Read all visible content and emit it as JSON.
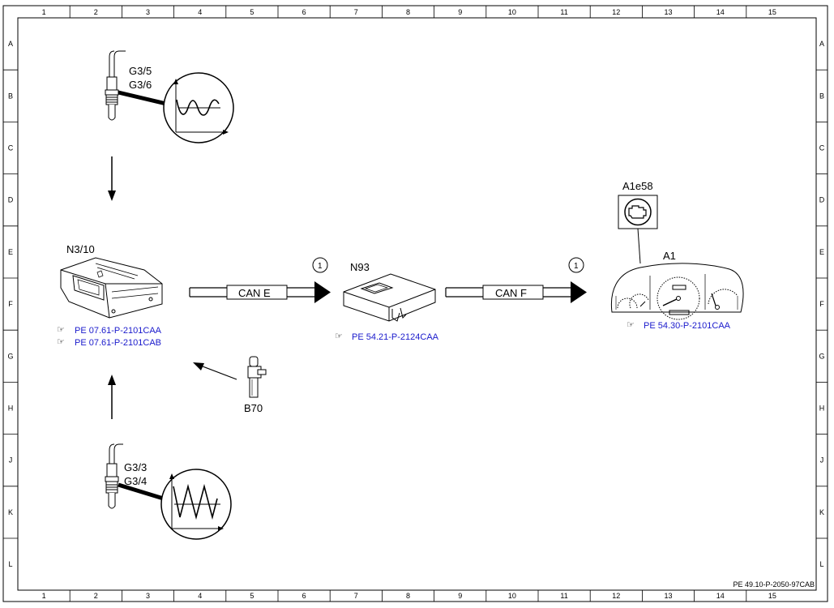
{
  "frame": {
    "columns": [
      "1",
      "2",
      "3",
      "4",
      "5",
      "6",
      "7",
      "8",
      "9",
      "10",
      "11",
      "12",
      "13",
      "14",
      "15"
    ],
    "rows": [
      "A",
      "B",
      "C",
      "D",
      "E",
      "F",
      "G",
      "H",
      "J",
      "K",
      "L"
    ]
  },
  "components": {
    "sensor_top": {
      "label1": "G3/5",
      "label2": "G3/6"
    },
    "sensor_bottom": {
      "label1": "G3/3",
      "label2": "G3/4"
    },
    "ecu": {
      "label": "N3/10",
      "ref1": "PE 07.61-P-2101CAA",
      "ref2": "PE 07.61-P-2101CAB"
    },
    "b70": {
      "label": "B70"
    },
    "n93": {
      "label": "N93",
      "ref": "PE 54.21-P-2124CAA"
    },
    "a1e58": {
      "label": "A1e58"
    },
    "a1": {
      "label": "A1",
      "ref": "PE 54.30-P-2101CAA"
    }
  },
  "connections": {
    "can_e": {
      "label": "CAN E",
      "marker": "1"
    },
    "can_f": {
      "label": "CAN F",
      "marker": "1"
    }
  },
  "footer": {
    "doc_id": "PE 49.10-P-2050-97CAB"
  },
  "icons": [
    "pointing-hand-icon",
    "engine-warning-icon"
  ],
  "colors": {
    "reference_link": "#1a1acc",
    "line": "#000000"
  }
}
